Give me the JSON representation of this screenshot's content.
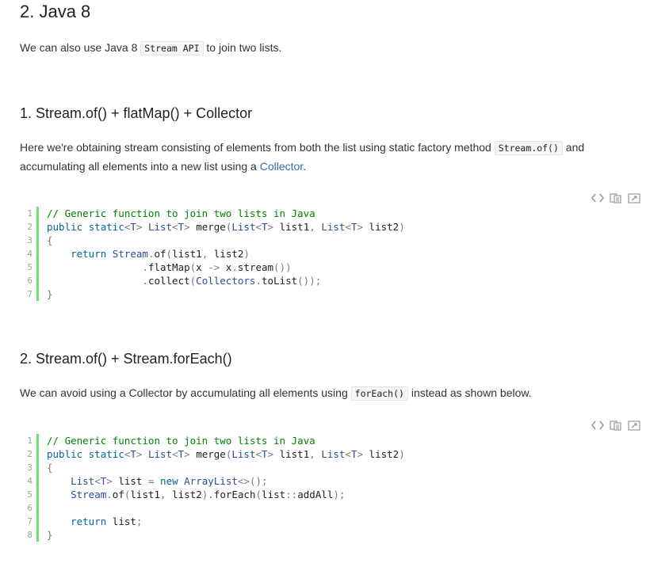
{
  "heading": "2. Java 8",
  "intro": {
    "before": "We can also use Java 8 ",
    "code": "Stream API",
    "after": " to join two lists."
  },
  "section1": {
    "title": "1. Stream.of() + flatMap() + Collector",
    "p_before": "Here we're obtaining stream consisting of elements from both the list using static factory method ",
    "p_code": "Stream.of()",
    "p_mid": " and accumulating all elements into a new list using a ",
    "p_link": "Collector",
    "p_after": ".",
    "code_lines": [
      "// Generic function to join two lists in Java",
      "public static<T> List<T> merge(List<T> list1, List<T> list2)",
      "{",
      "    return Stream.of(list1, list2)",
      "                .flatMap(x -> x.stream())",
      "                .collect(Collectors.toList());",
      "}"
    ]
  },
  "section2": {
    "title": "2. Stream.of() + Stream.forEach()",
    "p_before": "We can avoid using a Collector by accumulating all elements using ",
    "p_code": "forEach()",
    "p_after": " instead as shown below.",
    "code_lines": [
      "// Generic function to join two lists in Java",
      "public static<T> List<T> merge(List<T> list1, List<T> list2)",
      "{",
      "    List<T> list = new ArrayList<>();",
      "    Stream.of(list1, list2).forEach(list::addAll);",
      "",
      "    return list;",
      "}"
    ]
  },
  "toolbar_icons": [
    "view-source-icon",
    "copy-icon",
    "open-window-icon"
  ]
}
